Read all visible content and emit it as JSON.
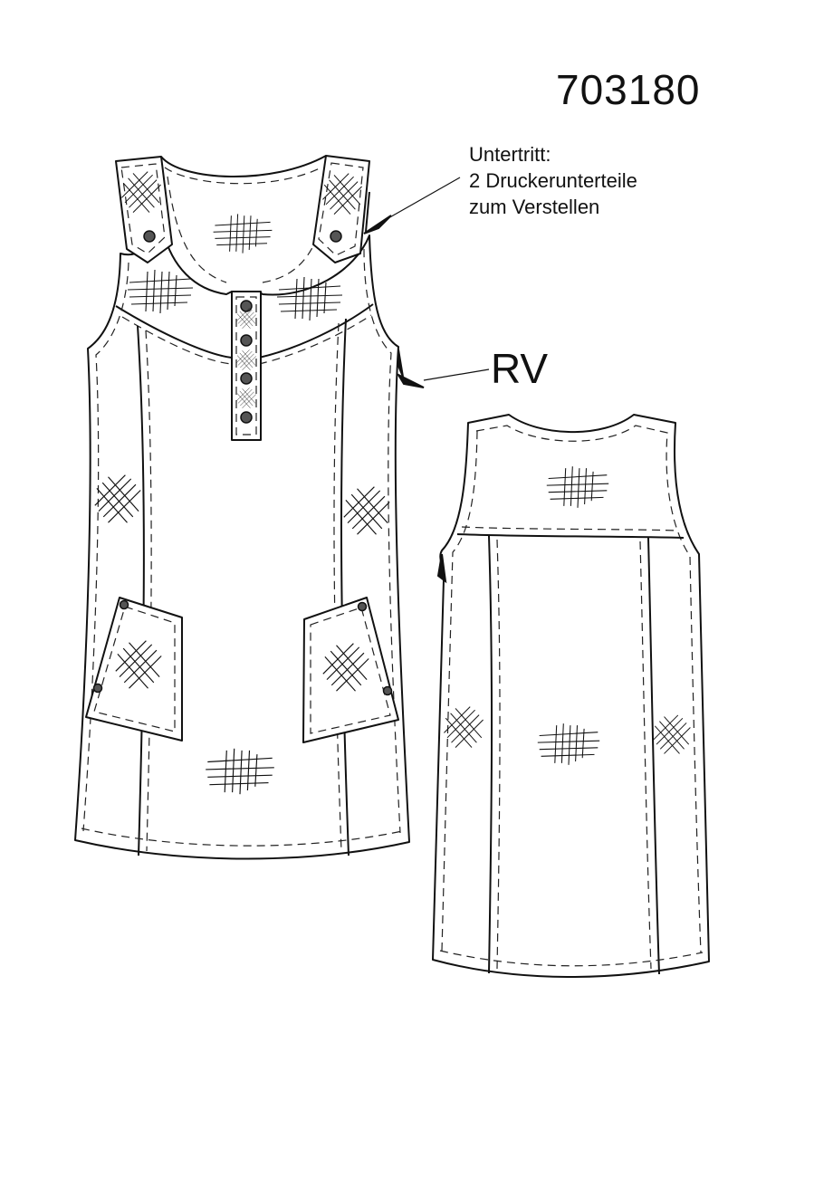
{
  "model_number": "703180",
  "annotations": {
    "untertritt_lines": [
      "Untertritt:",
      "2 Druckerunterteile",
      "zum Verstellen"
    ],
    "rv": "RV"
  },
  "views": [
    "front-view",
    "back-view"
  ]
}
